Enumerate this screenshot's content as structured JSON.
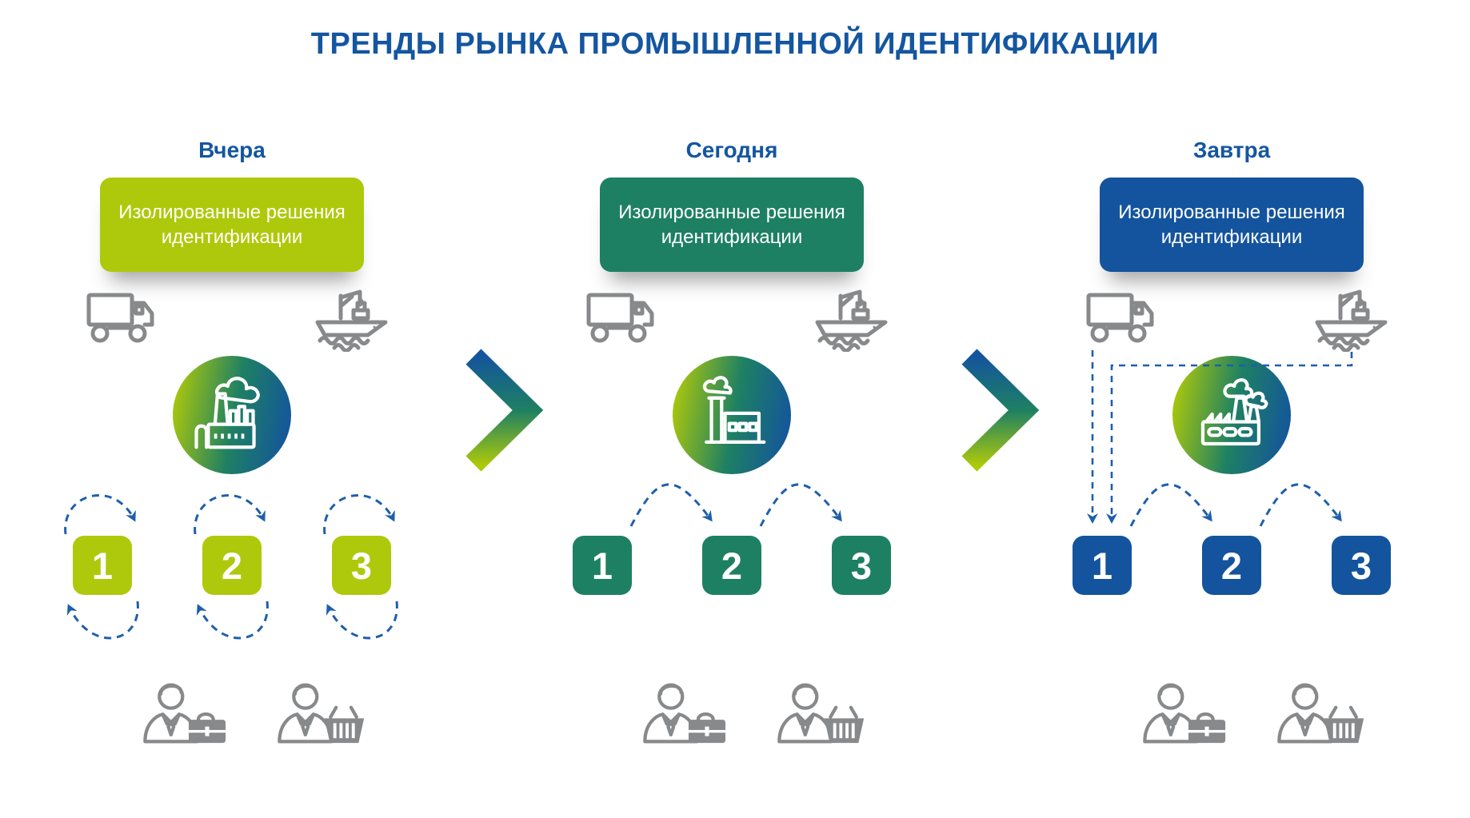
{
  "title": "ТРЕНДЫ РЫНКА ПРОМЫШЛЕННОЙ ИДЕНТИФИКАЦИИ",
  "columns": [
    {
      "header": "Вчера",
      "banner_line1": "Изолированные решения",
      "banner_line2": "идентификации",
      "steps": [
        "1",
        "2",
        "3"
      ],
      "flow": "isolated-self-loops"
    },
    {
      "header": "Сегодня",
      "banner_line1": "Изолированные решения",
      "banner_line2": "идентификации",
      "steps": [
        "1",
        "2",
        "3"
      ],
      "flow": "sequential-1-2-3"
    },
    {
      "header": "Завтра",
      "banner_line1": "Изолированные решения",
      "banner_line2": "идентификации",
      "steps": [
        "1",
        "2",
        "3"
      ],
      "flow": "sequential-1-2-3-with-transport-inputs"
    }
  ],
  "icons": {
    "transport_left": "truck-icon",
    "transport_right": "cargo-ship-icon",
    "center_badge": "factory-icon",
    "bottom_left": "person-briefcase-icon",
    "bottom_right": "person-basket-icon",
    "between_columns": "chevron-right-icon"
  },
  "colors": {
    "heading_blue": "#1456A0",
    "lime": "#AEC90B",
    "teal": "#1E8063",
    "blue": "#14549E",
    "dash_blue": "#1E5FAC",
    "icon_gray": "#87898B",
    "background": "#FFFFFF"
  }
}
